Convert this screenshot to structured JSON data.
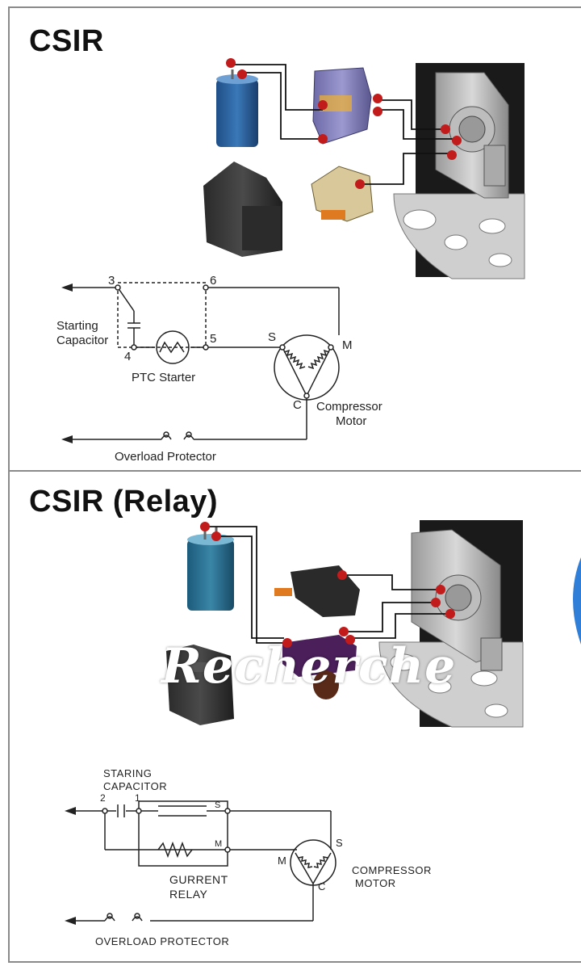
{
  "panels": [
    {
      "title": "CSIR",
      "schematic": {
        "terminals": [
          "3",
          "6",
          "4",
          "5"
        ],
        "starting_capacitor": "Starting\nCapacitor",
        "ptc_starter": "PTC Starter",
        "motor_terminals": [
          "S",
          "M",
          "C"
        ],
        "compressor_motor": "Compressor\nMotor",
        "overload_protector": "Overload Protector"
      }
    },
    {
      "title": "CSIR (Relay)",
      "schematic": {
        "starting_capacitor": "STARING\nCAPACITOR",
        "terminals": [
          "2",
          "1"
        ],
        "relay_terminals": [
          "S",
          "M"
        ],
        "current_relay": "GURRENT\nRELAY",
        "motor_terminals": [
          "M",
          "S",
          "C"
        ],
        "compressor_motor": "COMPRESSOR\nMOTOR",
        "overload_protector": "OVERLOAD PROTECTOR"
      }
    }
  ],
  "watermark": "Recherche"
}
